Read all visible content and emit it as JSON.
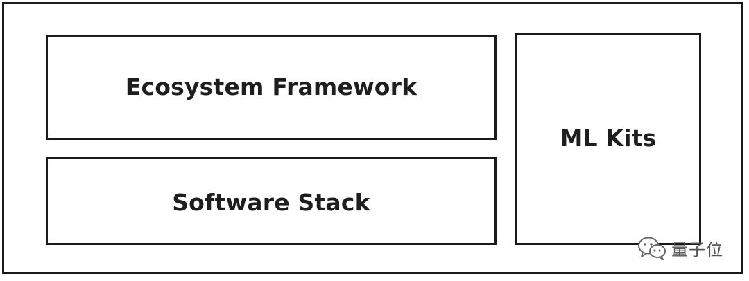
{
  "diagram": {
    "blocks": {
      "ecosystem_framework": "Ecosystem Framework",
      "software_stack": "Software Stack",
      "ml_kits": "ML Kits"
    }
  },
  "watermark": {
    "icon": "wechat-icon",
    "text": "量子位"
  }
}
